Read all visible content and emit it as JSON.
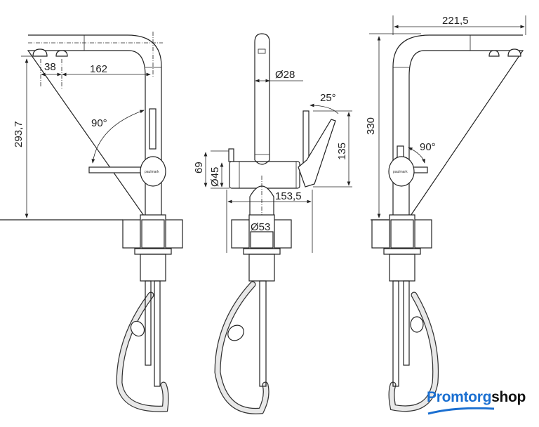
{
  "dimensions": {
    "left_view": {
      "height": "293,7",
      "offset_small": "38",
      "reach": "162",
      "swivel_angle": "90°"
    },
    "front_view": {
      "spout_diameter": "Ø28",
      "lever_angle": "25°",
      "lever_height": "135",
      "body_height": "69",
      "body_diameter": "Ø45",
      "body_width": "153,5",
      "mount_diameter": "Ø53"
    },
    "right_view": {
      "total_reach": "221,5",
      "height": "330",
      "swivel_angle": "90°"
    }
  },
  "brand_on_product": "paulmark",
  "logo": {
    "part1": "Promtorg",
    "part2": "shop",
    "accent_color": "#1a6fd1"
  }
}
